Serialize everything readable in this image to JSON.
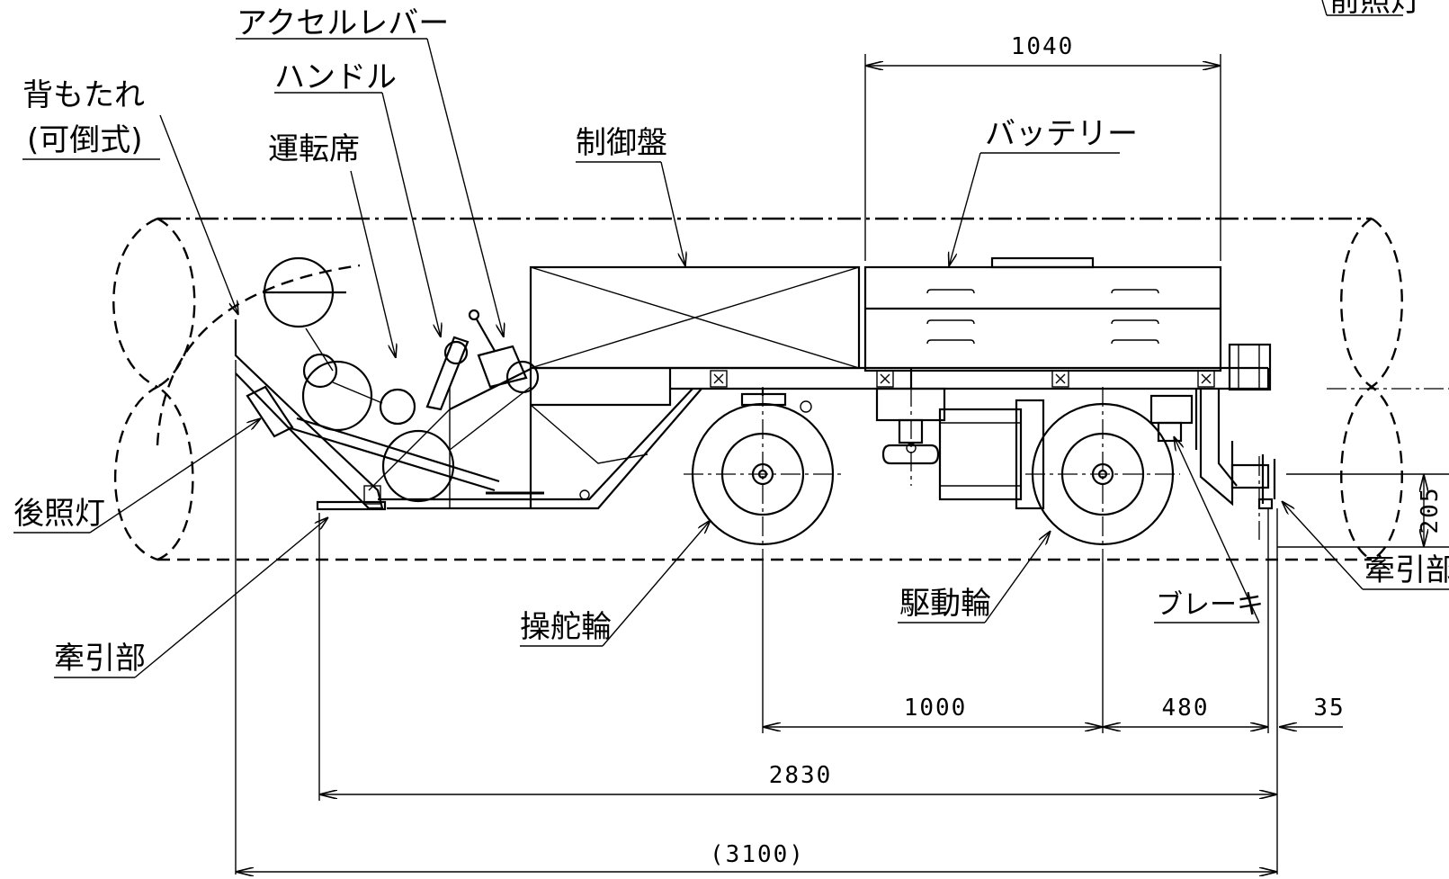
{
  "labels": {
    "accelerator_lever": "アクセルレバー",
    "handle": "ハンドル",
    "backrest": "背もたれ",
    "backrest_note": "(可倒式)",
    "driver_seat": "運転席",
    "control_panel": "制御盤",
    "battery": "バッテリー",
    "headlight": "前照灯",
    "rear_light": "後照灯",
    "tow_rear": "牽引部",
    "tow_front": "牽引部",
    "steering_wheel": "操舵輪",
    "drive_wheel": "駆動輪",
    "brake": "ブレーキ"
  },
  "dimensions": {
    "battery_length": "1040",
    "coupler_height": "205",
    "wheelbase": "1000",
    "drive_to_coupler": "480",
    "coupler_offset": "35",
    "coupler_span": "2830",
    "overall_length": "(3100)"
  }
}
